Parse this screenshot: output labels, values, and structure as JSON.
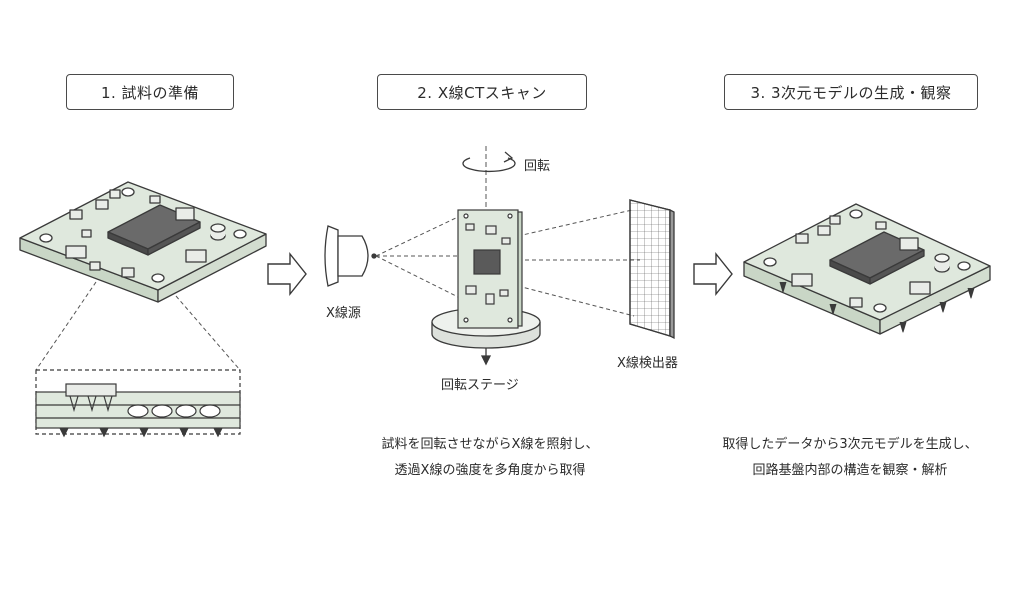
{
  "steps": [
    {
      "label": "1. 試料の準備"
    },
    {
      "label": "2. X線CTスキャン"
    },
    {
      "label": "3. 3次元モデルの生成・観察"
    }
  ],
  "labels": {
    "rotation": "回転",
    "xray_source": "X線源",
    "rotation_stage": "回転ステージ",
    "detector": "X線検出器"
  },
  "captions": {
    "step2_line1": "試料を回転させながらX線を照射し、",
    "step2_line2": "透過X線の強度を多角度から取得",
    "step3_line1": "取得したデータから3次元モデルを生成し、",
    "step3_line2": "回路基盤内部の構造を観察・解析"
  },
  "colors": {
    "line": "#3a3a3a",
    "board": "#dfe8dd",
    "board_dark": "#c9d6c6",
    "chip": "#5a5a5a",
    "component": "#e9ece8"
  }
}
